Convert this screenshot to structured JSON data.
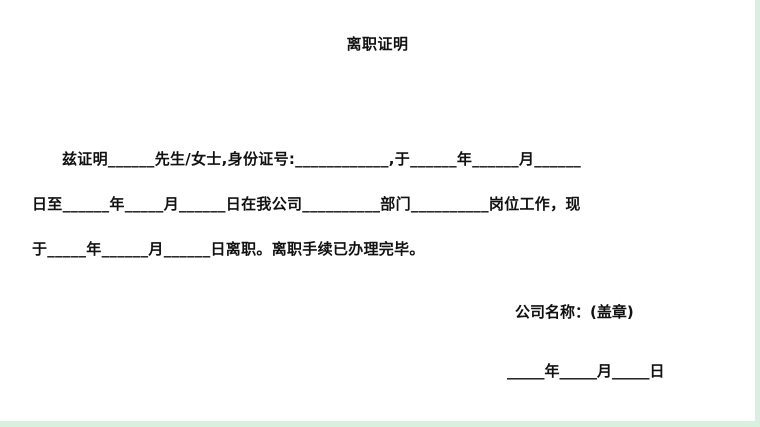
{
  "document": {
    "title": "离职证明",
    "body_line_1": "兹证明______先生/女士,身份证号:____________,于______年______月______",
    "body_line_2": "日至______年_____月______日在我公司__________部门__________岗位工作，现",
    "body_line_3": "于_____年______月______日离职。离职手续已办理完毕。",
    "company_seal": "公司名称：(盖章)",
    "date_line": "_____年_____月_____日"
  }
}
